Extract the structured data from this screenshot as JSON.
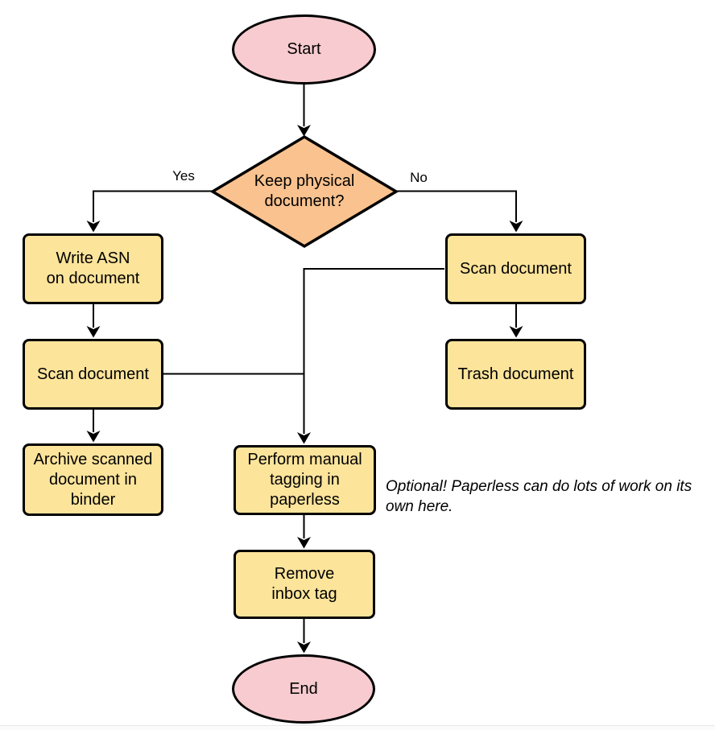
{
  "diagram": {
    "title": "Document keep/scan workflow flowchart",
    "nodes": {
      "start": {
        "label": "Start",
        "shape": "ellipse"
      },
      "decision_keep_physical": {
        "label": "Keep physical\ndocument?",
        "shape": "diamond"
      },
      "write_asn": {
        "label": "Write ASN\non document",
        "shape": "process"
      },
      "scan_document_left": {
        "label": "Scan document",
        "shape": "process"
      },
      "archive_binder": {
        "label": "Archive scanned\ndocument in\nbinder",
        "shape": "process"
      },
      "scan_document_right": {
        "label": "Scan document",
        "shape": "process"
      },
      "trash_document": {
        "label": "Trash document",
        "shape": "process"
      },
      "manual_tagging": {
        "label": "Perform manual\ntagging in\npaperless",
        "shape": "process"
      },
      "remove_inbox_tag": {
        "label": "Remove\ninbox tag",
        "shape": "process"
      },
      "end": {
        "label": "End",
        "shape": "ellipse"
      }
    },
    "edge_labels": {
      "yes": "Yes",
      "no": "No"
    },
    "annotation": "Optional! Paperless can do lots of work on its own here.",
    "colors": {
      "terminal": "#F7CBCF",
      "decision": "#F9C28F",
      "process": "#FCE49B",
      "stroke": "#000000"
    }
  }
}
